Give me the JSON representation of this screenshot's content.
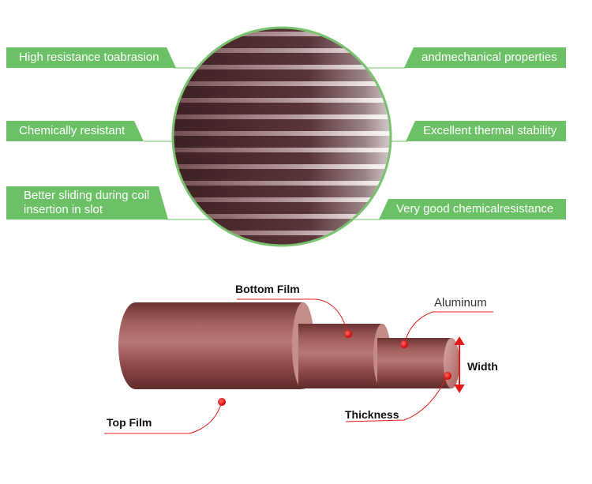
{
  "features": {
    "left": [
      {
        "text": "High resistance toabrasion"
      },
      {
        "text": "Chemically resistant"
      },
      {
        "text": "Better sliding during coil insertion in slot"
      }
    ],
    "right": [
      {
        "text": "andmechanical properties"
      },
      {
        "text": "Excellent thermal stability"
      },
      {
        "text": "Very good chemicalresistance"
      }
    ]
  },
  "diagram": {
    "bottom_film": "Bottom Film",
    "aluminum": "Aluminum",
    "width": "Width",
    "thickness": "Thickness",
    "top_film": "Top Film"
  },
  "colors": {
    "tag_green": "#6cc066",
    "circle_green": "#79c270",
    "wire_brown": "#8a4a48",
    "marker_red": "#e31b1b"
  }
}
